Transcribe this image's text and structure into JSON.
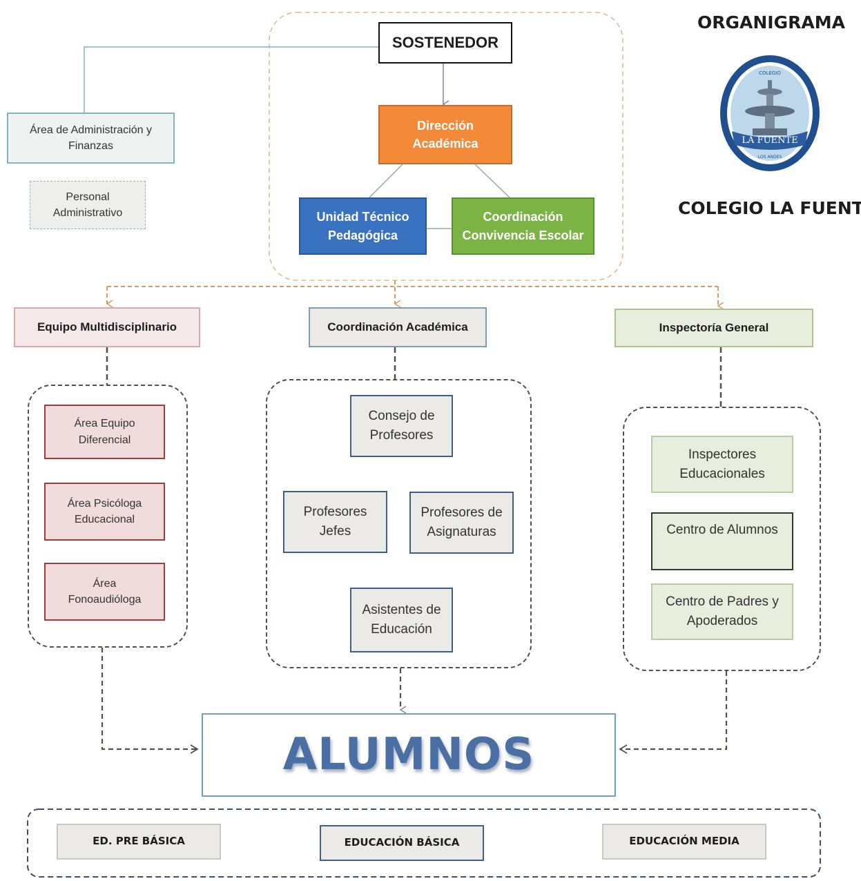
{
  "header": {
    "organigrama": "ORGANIGRAMA",
    "school_name": "COLEGIO LA FUENTE"
  },
  "logo": {
    "top_text": "COLEGIO",
    "banner_text": "LA FUENTE",
    "bottom_text": "LOS ANDES",
    "colors": {
      "ring": "#1f4f8f",
      "inner": "#bcd8ea",
      "banner": "#2c5da1"
    }
  },
  "top": {
    "sostenedor": "SOSTENEDOR",
    "direccion": "Dirección\nAcadémica",
    "utp": "Unidad Técnico\nPedagógica",
    "convivencia": "Coordinación\nConvivencia Escolar"
  },
  "side": {
    "admin_finanzas": "Área de Administración y\nFinanzas",
    "personal_admin": "Personal\nAdministrativo"
  },
  "departments": {
    "multidisciplinario": {
      "title": "Equipo Multidisciplinario",
      "items": [
        "Área Equipo\nDiferencial",
        "Área Psicóloga\nEducacional",
        "Área\nFonoaudióloga"
      ]
    },
    "coordinacion": {
      "title": "Coordinación Académica",
      "items": [
        "Consejo de\nProfesores",
        "Profesores\nJefes",
        "Profesores de\nAsignaturas",
        "Asistentes de\nEducación"
      ]
    },
    "inspectoria": {
      "title": "Inspectoría General",
      "items": [
        "Inspectores\nEducacionales",
        "Centro de Alumnos",
        "Centro de Padres y\nApoderados"
      ]
    }
  },
  "alumnos": "ALUMNOS",
  "levels": [
    "ED. PRE BÁSICA",
    "EDUCACIÓN BÁSICA",
    "EDUCACIÓN MEDIA"
  ],
  "colors": {
    "direccion": "#f28a3a",
    "utp": "#3a72c2",
    "convivencia": "#7bb345",
    "pink_fill": "#f0dcdc",
    "pink_border": "#9e3b3b",
    "blue_border": "#3d5f86",
    "green_fill": "#e7eedd",
    "gray_fill": "#eceae6",
    "alumnos_text": "#4a6fa5"
  }
}
